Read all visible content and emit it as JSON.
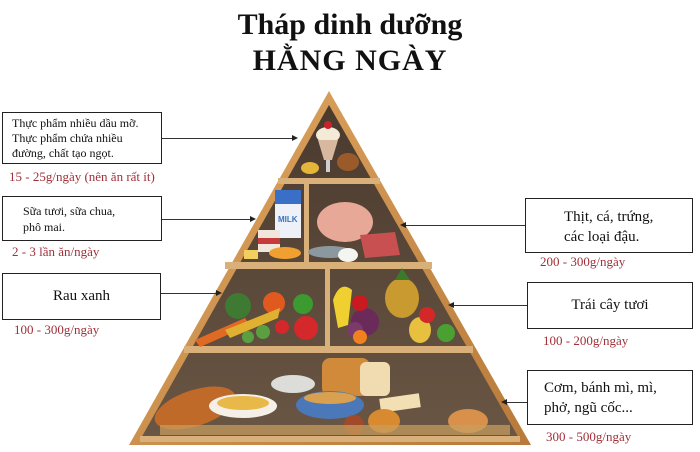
{
  "title": {
    "line1": "Tháp dinh dưỡng",
    "line2": "HẰNG NGÀY"
  },
  "tiers": [
    {
      "id": "fats-sweets",
      "label_lines": [
        "Thực phẩm nhiều dầu mỡ.",
        "Thực phẩm chứa nhiều",
        "đường, chất tạo ngọt."
      ],
      "amount": "15 - 25g/ngày (nên ăn rất ít)",
      "side": "left"
    },
    {
      "id": "dairy",
      "label_lines": [
        "Sữa tươi, sữa chua,",
        "phô mai."
      ],
      "amount": "2 - 3 lần ăn/ngày",
      "side": "left"
    },
    {
      "id": "protein",
      "label_lines": [
        "Thịt, cá, trứng,",
        "các loại đậu."
      ],
      "amount": "200 - 300g/ngày",
      "side": "right"
    },
    {
      "id": "vegetables",
      "label_lines": [
        "Rau xanh"
      ],
      "amount": "100 - 300g/ngày",
      "side": "left"
    },
    {
      "id": "fruits",
      "label_lines": [
        "Trái cây tươi"
      ],
      "amount": "100 - 200g/ngày",
      "side": "right"
    },
    {
      "id": "grains",
      "label_lines": [
        "Cơm, bánh mì, mì,",
        "phở, ngũ cốc..."
      ],
      "amount": "300 - 500g/ngày",
      "side": "right"
    }
  ],
  "colors": {
    "amount_text": "#a0303a",
    "pyramid_frame": "#c8904a",
    "pyramid_inner": "#5a4636",
    "shelf": "#d9b07a"
  }
}
